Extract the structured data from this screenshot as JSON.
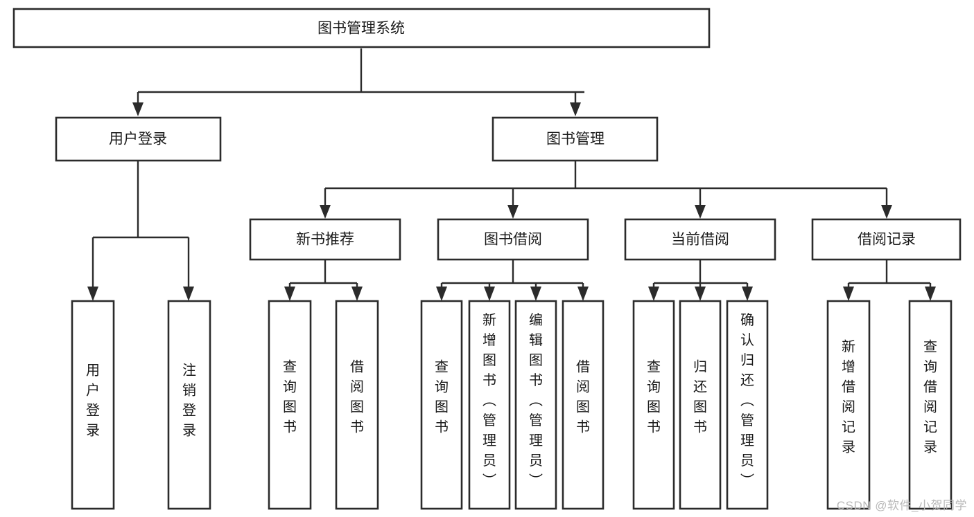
{
  "diagram": {
    "type": "tree-hierarchy-chart",
    "title": "图书管理系统",
    "watermark": "CSDN @软件_小贺同学",
    "colors": {
      "stroke": "#2b2b2b",
      "fill": "#ffffff",
      "text": "#1a1a1a",
      "watermark": "#b9b9b9",
      "background": "#ffffff"
    },
    "levels": {
      "root": {
        "label": "图书管理系统"
      },
      "level2": [
        {
          "label": "用户登录"
        },
        {
          "label": "图书管理"
        }
      ],
      "level3": [
        {
          "label": "新书推荐"
        },
        {
          "label": "图书借阅"
        },
        {
          "label": "当前借阅"
        },
        {
          "label": "借阅记录"
        }
      ],
      "leaves": {
        "user_login": [
          {
            "label": "用户登录"
          },
          {
            "label": "注销登录"
          }
        ],
        "new_book_recommend": [
          {
            "label": "查询图书"
          },
          {
            "label": "借阅图书"
          }
        ],
        "book_borrow": [
          {
            "label": "查询图书"
          },
          {
            "label": "新增图书（管理员）"
          },
          {
            "label": "编辑图书（管理员）"
          },
          {
            "label": "借阅图书"
          }
        ],
        "current_borrow": [
          {
            "label": "查询图书"
          },
          {
            "label": "归还图书"
          },
          {
            "label": "确认归还（管理员）"
          }
        ],
        "borrow_record": [
          {
            "label": "新增借阅记录"
          },
          {
            "label": "查询借阅记录"
          }
        ]
      }
    }
  }
}
